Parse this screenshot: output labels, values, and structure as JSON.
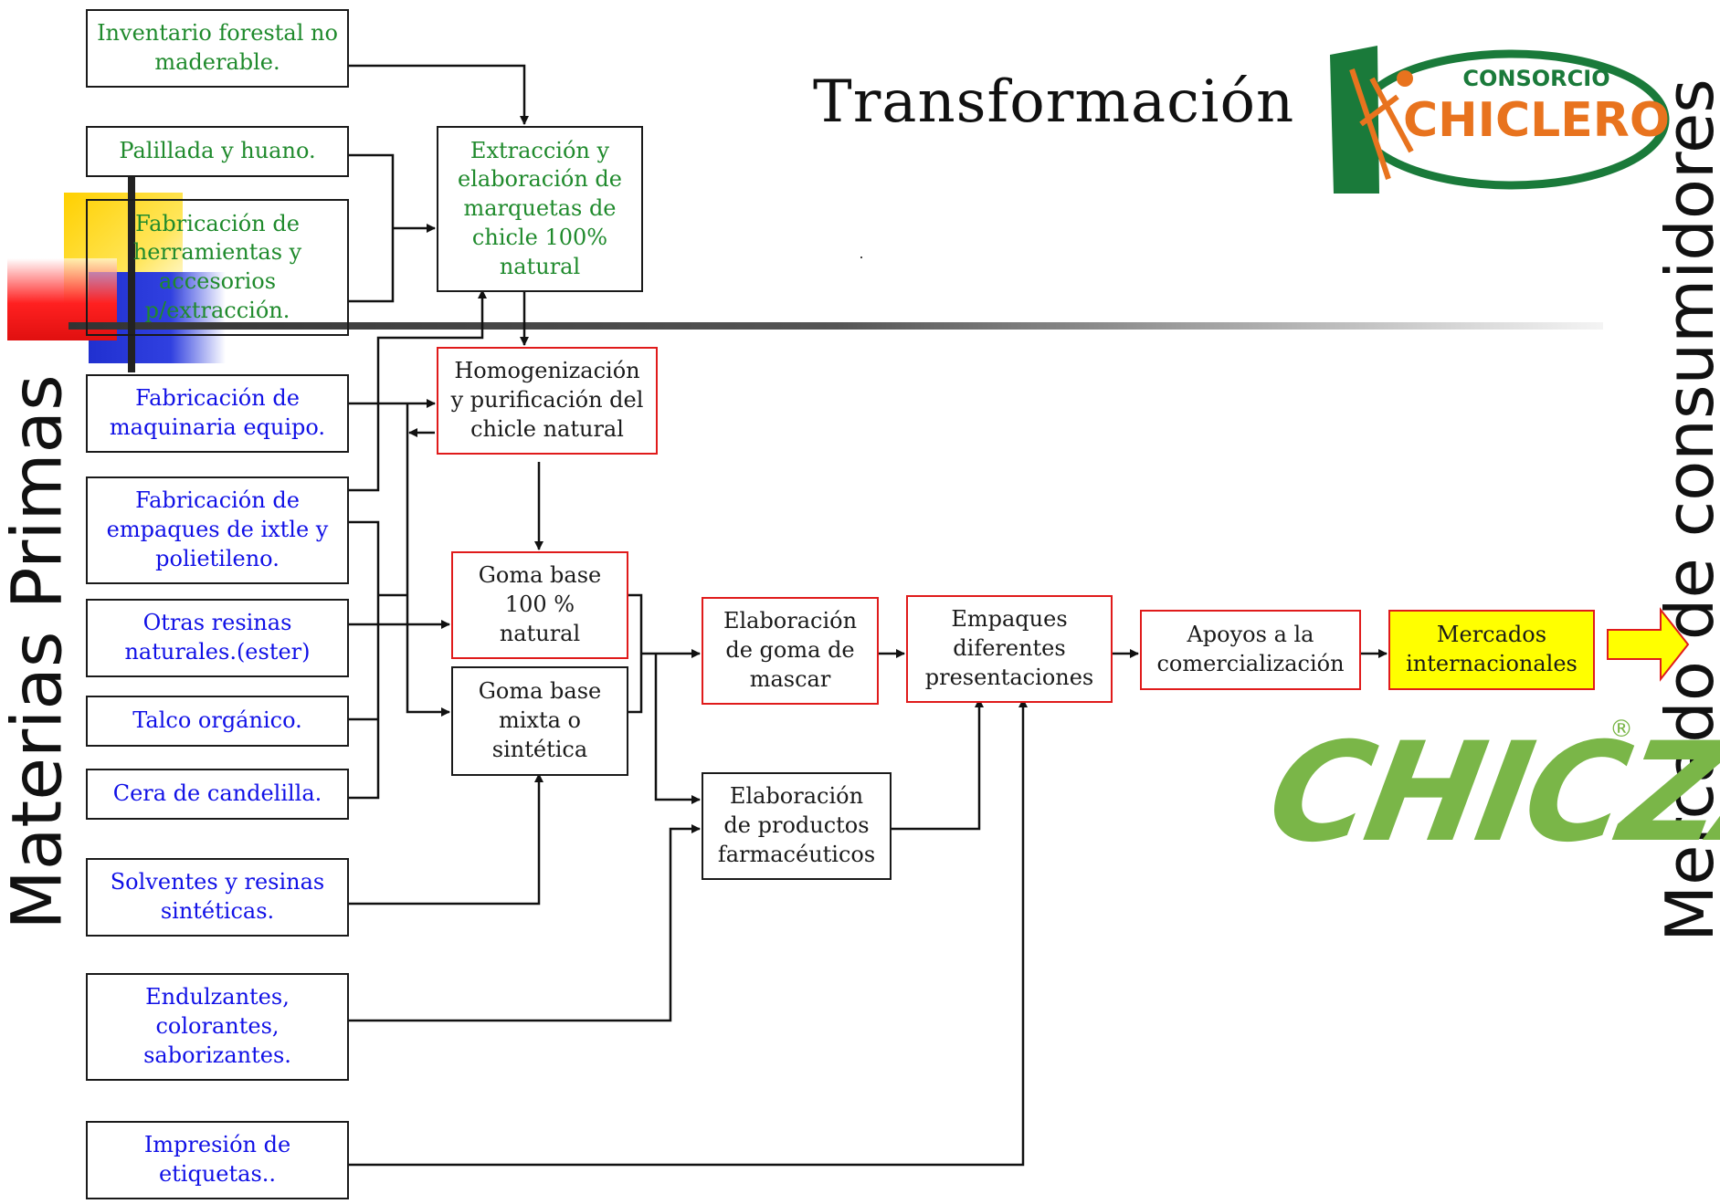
{
  "title": "Transformación",
  "left_label": "Materias Primas",
  "right_label": "Mercado de consumidores",
  "raw_materials": [
    {
      "id": "rm1",
      "lines": [
        "Inventario forestal no",
        "maderable."
      ],
      "color": "green"
    },
    {
      "id": "rm2",
      "lines": [
        "Palillada y huano."
      ],
      "color": "green"
    },
    {
      "id": "rm3",
      "lines": [
        "Fabricación de",
        "herramientas y",
        "accesorios",
        "p/extracción."
      ],
      "color": "green"
    },
    {
      "id": "rm4",
      "lines": [
        "Fabricación de",
        "maquinaria equipo."
      ],
      "color": "blue"
    },
    {
      "id": "rm5",
      "lines": [
        "Fabricación de",
        "empaques de ixtle y",
        "polietileno."
      ],
      "color": "blue"
    },
    {
      "id": "rm6",
      "lines": [
        "Otras resinas",
        "naturales.(ester)"
      ],
      "color": "blue"
    },
    {
      "id": "rm7",
      "lines": [
        "Talco orgánico."
      ],
      "color": "blue"
    },
    {
      "id": "rm8",
      "lines": [
        "Cera de candelilla."
      ],
      "color": "blue"
    },
    {
      "id": "rm9",
      "lines": [
        "Solventes y resinas",
        "sintéticas."
      ],
      "color": "blue"
    },
    {
      "id": "rm10",
      "lines": [
        "Endulzantes,",
        "colorantes,",
        "saborizantes."
      ],
      "color": "blue"
    },
    {
      "id": "rm11",
      "lines": [
        "Impresión de",
        "etiquetas.."
      ],
      "color": "blue"
    }
  ],
  "process": [
    {
      "id": "p1",
      "lines": [
        "Extracción  y",
        "elaboración de",
        "marquetas de",
        "chicle 100%",
        "natural"
      ],
      "style": "black",
      "color": "green"
    },
    {
      "id": "p2",
      "lines": [
        "Homogenización",
        "y purificación del",
        "chicle natural"
      ],
      "style": "red",
      "color": "dark"
    },
    {
      "id": "p3",
      "lines": [
        "Goma base",
        "100 %",
        "natural"
      ],
      "style": "red",
      "color": "dark"
    },
    {
      "id": "p4",
      "lines": [
        "Goma base",
        "mixta o",
        "sintética"
      ],
      "style": "black",
      "color": "dark"
    },
    {
      "id": "p5",
      "lines": [
        "Elaboración",
        "de goma de",
        "mascar"
      ],
      "style": "red",
      "color": "dark"
    },
    {
      "id": "p6",
      "lines": [
        "Elaboración",
        "de productos",
        "farmacéuticos"
      ],
      "style": "black",
      "color": "dark"
    },
    {
      "id": "p7",
      "lines": [
        "Empaques",
        "diferentes",
        "presentaciones"
      ],
      "style": "red",
      "color": "dark"
    },
    {
      "id": "p8",
      "lines": [
        "Apoyos a la",
        "comercialización"
      ],
      "style": "red",
      "color": "dark"
    },
    {
      "id": "p9",
      "lines": [
        "Mercados",
        "internacionales"
      ],
      "style": "yellow",
      "color": "dark"
    }
  ],
  "logo_consorcio": {
    "line1": "CONSORCIO",
    "line2": "CHICLERO"
  },
  "logo_chicza": {
    "text": "CHICZA",
    "mark": "®"
  },
  "colors": {
    "green": "#1f8a2c",
    "blue": "#1010e6",
    "red": "#e01b1b",
    "yellow": "#ffff00",
    "chicza_green": "#7ab648",
    "chiclero_orange": "#e8731e",
    "chiclero_green": "#1a7a3a"
  }
}
